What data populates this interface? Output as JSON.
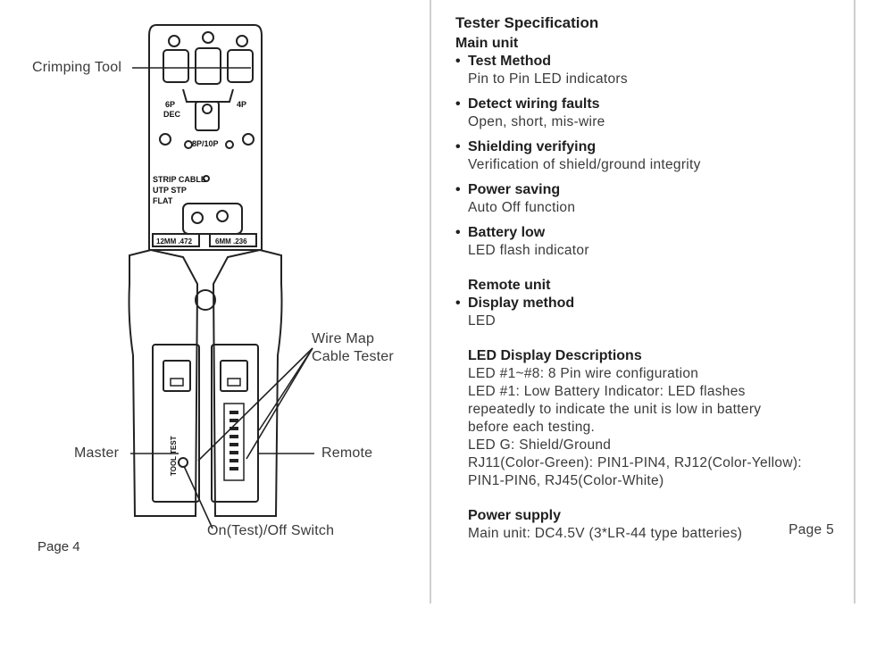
{
  "left": {
    "labels": {
      "crimping": "Crimping Tool",
      "wiremap1": "Wire Map",
      "wiremap2": "Cable Tester",
      "master": "Master",
      "remote": "Remote",
      "switch": "On(Test)/Off  Switch"
    },
    "tool_text": {
      "p6": "6P",
      "dec": "DEC",
      "p4": "4P",
      "p8": "8P/10P",
      "strip1": "STRIP CABLE",
      "strip2": "UTP STP",
      "strip3": "FLAT",
      "mm12": "12MM .472",
      "mm6": "6MM .236",
      "tooltest": "TOOL TEST"
    },
    "page": "Page 4"
  },
  "right": {
    "title": "Tester Specification",
    "main_unit": "Main unit",
    "items": [
      {
        "head": "Test Method",
        "text": "Pin to Pin LED indicators"
      },
      {
        "head": "Detect wiring faults",
        "text": "Open, short, mis-wire"
      },
      {
        "head": "Shielding verifying",
        "text": "Verification of shield/ground integrity"
      },
      {
        "head": "Power saving",
        "text": "Auto Off function"
      },
      {
        "head": "Battery low",
        "text": "LED flash indicator"
      }
    ],
    "remote_unit": "Remote unit",
    "display_head": "Display method",
    "display_text": "LED",
    "led_title": "LED Display Descriptions",
    "led_lines": [
      "LED #1~#8: 8 Pin wire configuration",
      "LED #1: Low Battery Indicator: LED flashes",
      "repeatedly to indicate the unit is low in battery",
      "before each testing.",
      "LED G: Shield/Ground",
      "RJ11(Color-Green): PIN1-PIN4, RJ12(Color-Yellow):",
      "PIN1-PIN6, RJ45(Color-White)"
    ],
    "power_title": "Power supply",
    "power_text": "Main unit: DC4.5V (3*LR-44 type batteries)",
    "page": "Page 5"
  }
}
